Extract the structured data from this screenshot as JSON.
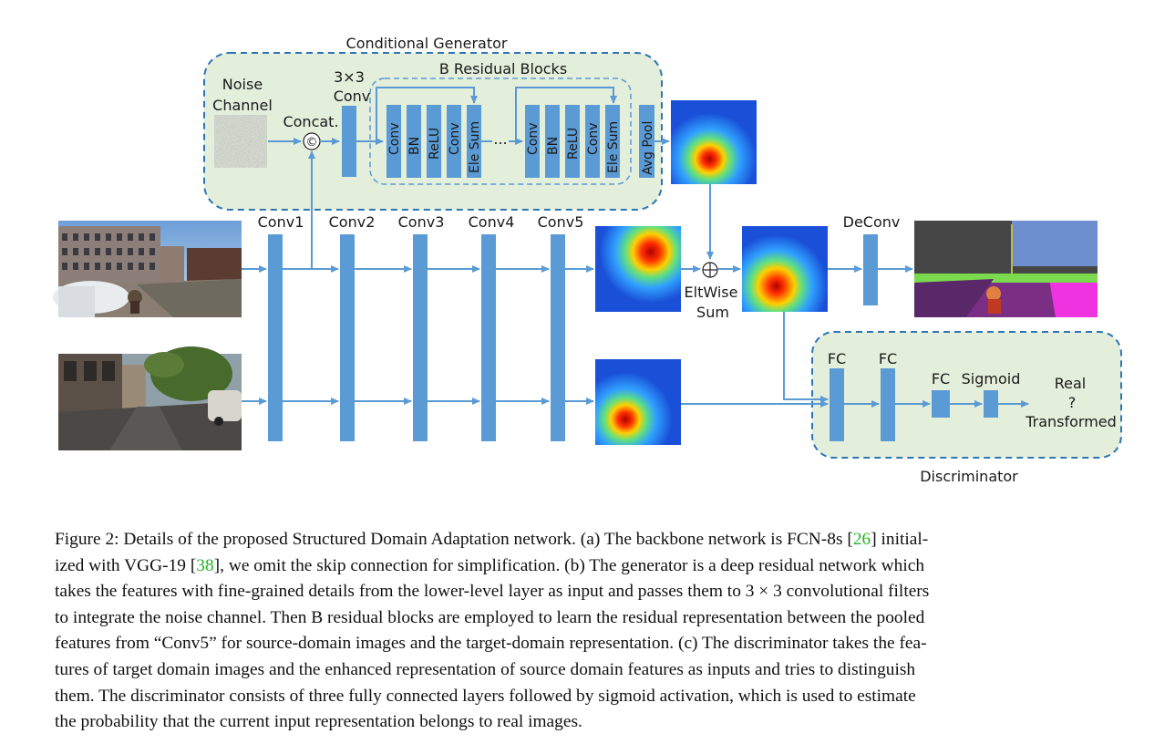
{
  "figure": {
    "generator_label": "Conditional Generator",
    "residual_label": "B Residual Blocks",
    "noise_line1": "Noise",
    "noise_line2": "Channel",
    "concat_label": "Concat.",
    "concat_symbol": "©",
    "conv3_line1": "3×3",
    "conv3_line2": "Conv",
    "block1": [
      "Conv",
      "BN",
      "ReLU",
      "Conv",
      "Ele Sum"
    ],
    "block2": [
      "Conv",
      "BN",
      "ReLU",
      "Conv",
      "Ele Sum"
    ],
    "ellipsis": "...",
    "avgpool": "Avg Pool",
    "conv_labels": [
      "Conv1",
      "Conv2",
      "Conv3",
      "Conv4",
      "Conv5"
    ],
    "deconv": "DeConv",
    "eltwise_line1": "EltWise",
    "eltwise_line2": "Sum",
    "fc1": "FC",
    "fc2": "FC",
    "fc3": "FC",
    "sigmoid": "Sigmoid",
    "real": "Real",
    "question": "?",
    "transformed": "Transformed",
    "discriminator_label": "Discriminator",
    "colors": {
      "block": "#5b9bd5",
      "arrow": "#5b9bd5",
      "panel_fill": "#e3eedb",
      "panel_border": "#2e75b6"
    }
  },
  "caption": {
    "lines": [
      [
        "Figure 2: Details of the proposed Structured Domain Adaptation network. (a) The backbone network is FCN-8s [",
        "26",
        "] initial-"
      ],
      [
        "ized with VGG-19 [",
        "38",
        "], we omit the skip connection for simplification. (b) The generator is a deep residual network which"
      ],
      [
        "takes the features with fine-grained details from the lower-level layer as input and passes them to 3 × 3 convolutional filters"
      ],
      [
        "to integrate the noise channel. Then B residual blocks are employed to learn the residual representation between the pooled"
      ],
      [
        "features from “Conv5” for source-domain images and the target-domain representation. (c) The discriminator takes the fea-"
      ],
      [
        "tures of target domain images and the enhanced representation of source domain features as inputs and tries to distinguish"
      ],
      [
        "them. The discriminator consists of three fully connected layers followed by sigmoid activation, which is used to estimate"
      ],
      [
        "the probability that the current input representation belongs to real images."
      ]
    ]
  }
}
